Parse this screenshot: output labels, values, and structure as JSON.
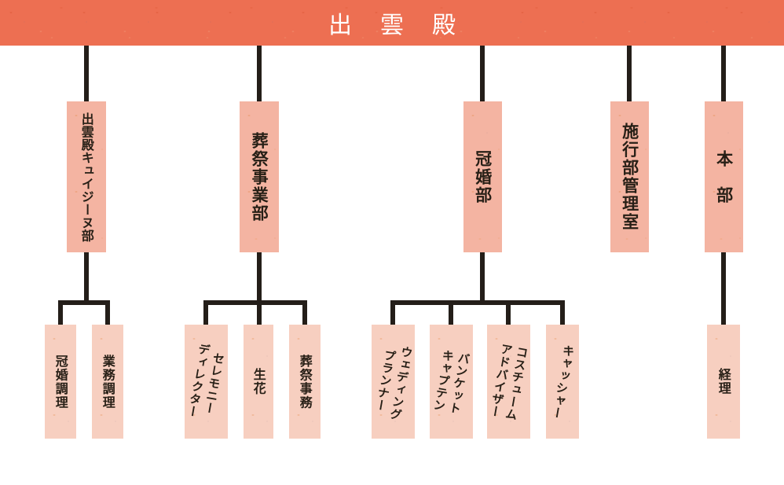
{
  "title": {
    "text": "出雲殿"
  },
  "colors": {
    "banner": "#ed6f52",
    "tier1_box": "#f4b4a2",
    "tier2_box": "#f7cfc0",
    "connector_line": "#241e19",
    "title_text": "#ffffff",
    "label_text": "#271f16"
  },
  "departments": [
    {
      "label": "出雲殿キュイジーヌ部",
      "children": [
        {
          "label": "冠婚調理"
        },
        {
          "label": "業務調理"
        }
      ]
    },
    {
      "label": "葬祭事業部",
      "children": [
        {
          "label": "セレモニー\nディレクター"
        },
        {
          "label": "生花"
        },
        {
          "label": "葬祭事務"
        }
      ]
    },
    {
      "label": "冠婚部",
      "children": [
        {
          "label": "ウェディング\nプランナー"
        },
        {
          "label": "バンケット\nキャプテン"
        },
        {
          "label": "コスチューム\nアドバイザー"
        },
        {
          "label": "キャッシャー"
        }
      ]
    },
    {
      "label": "施行部管理室",
      "children": []
    },
    {
      "label": "本　部",
      "children": [
        {
          "label": "経理"
        }
      ]
    }
  ]
}
